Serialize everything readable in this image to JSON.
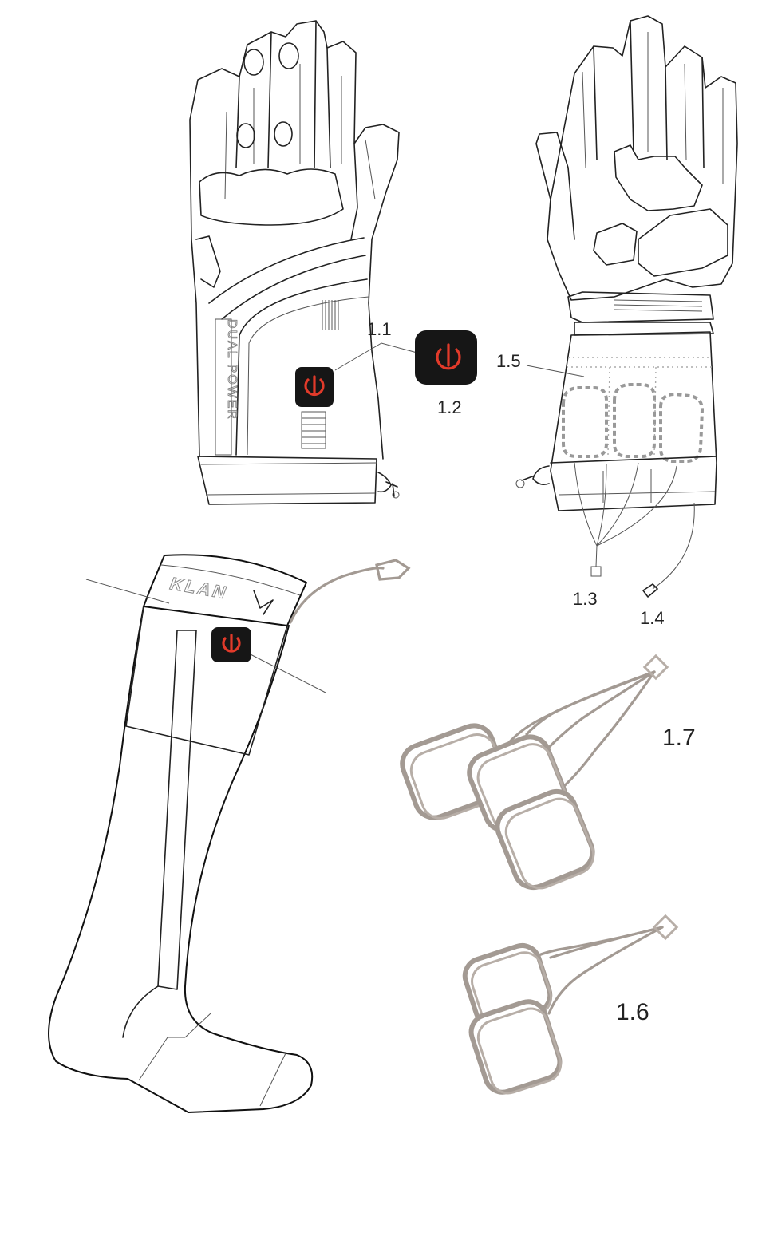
{
  "callouts": {
    "power_button_on_glove": "1.1",
    "power_button_detail": "1.2",
    "glove_connector_cable": "1.3",
    "glove_battery_lead": "1.4",
    "glove_heating_area": "1.5",
    "heating_pad_two_element": "1.6",
    "heating_pad_three_element": "1.7"
  },
  "labels": {
    "glove_brand_vertical": "DUAL POWER",
    "sock_brand": "KLAN"
  },
  "colors": {
    "button_background": "#161616",
    "button_icon": "#e23a2a",
    "heating_element": "#a39a93"
  }
}
